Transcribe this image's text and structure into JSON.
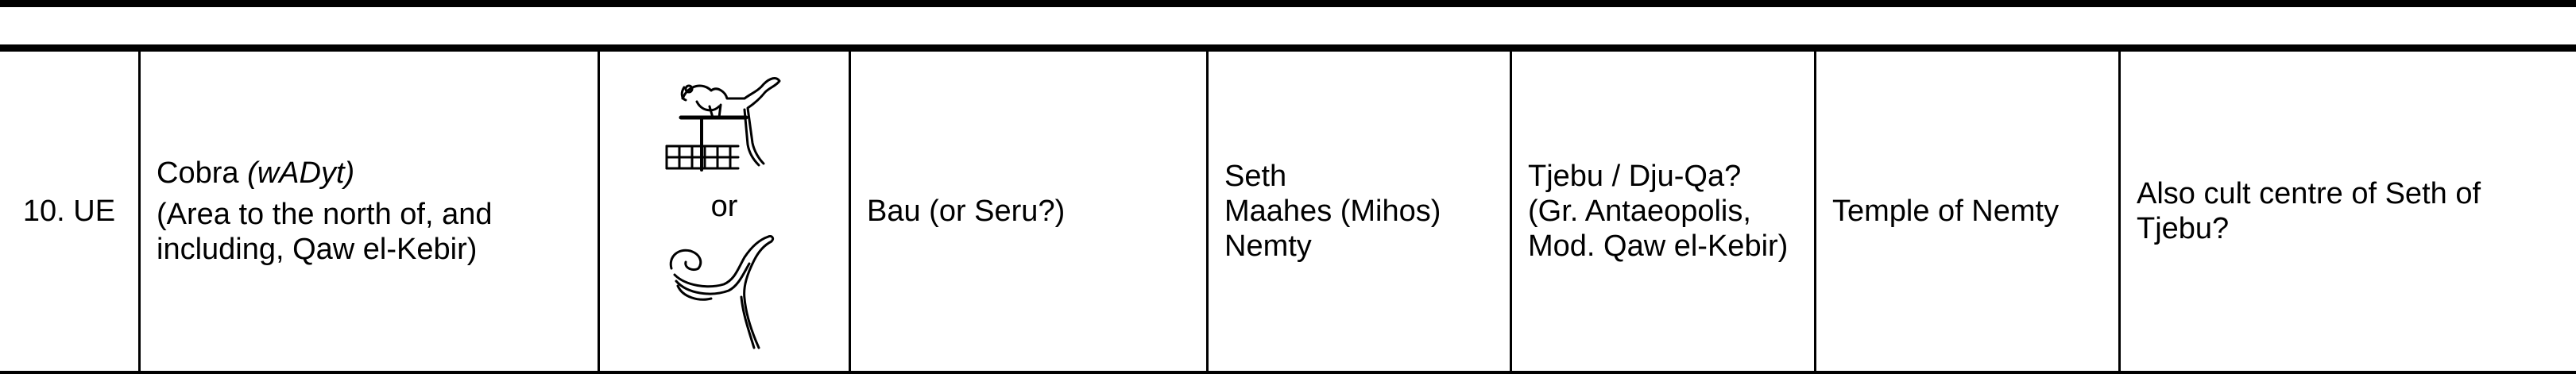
{
  "table": {
    "row": {
      "number": "10. UE",
      "emblem": {
        "name": "Cobra",
        "transliteration": "(wADyt)",
        "area_note": "(Area to the north of, and including, Qaw el-Kebir)"
      },
      "hieroglyph": {
        "or_label": "or",
        "glyph_top_icon": "standard-with-coiled-serpent-glyph-icon",
        "glyph_bottom_icon": "coiled-serpent-glyph-icon"
      },
      "capital": "Bau (or Seru?)",
      "deities": [
        "Seth",
        "Maahes (Mihos)",
        "Nemty"
      ],
      "town": {
        "line1": "Tjebu / Dju-Qa?",
        "line2": "(Gr. Antaeopolis, Mod. Qaw el-Kebir)"
      },
      "temple": "Temple of Nemty",
      "notes": "Also cult centre of Seth of Tjebu?"
    }
  }
}
